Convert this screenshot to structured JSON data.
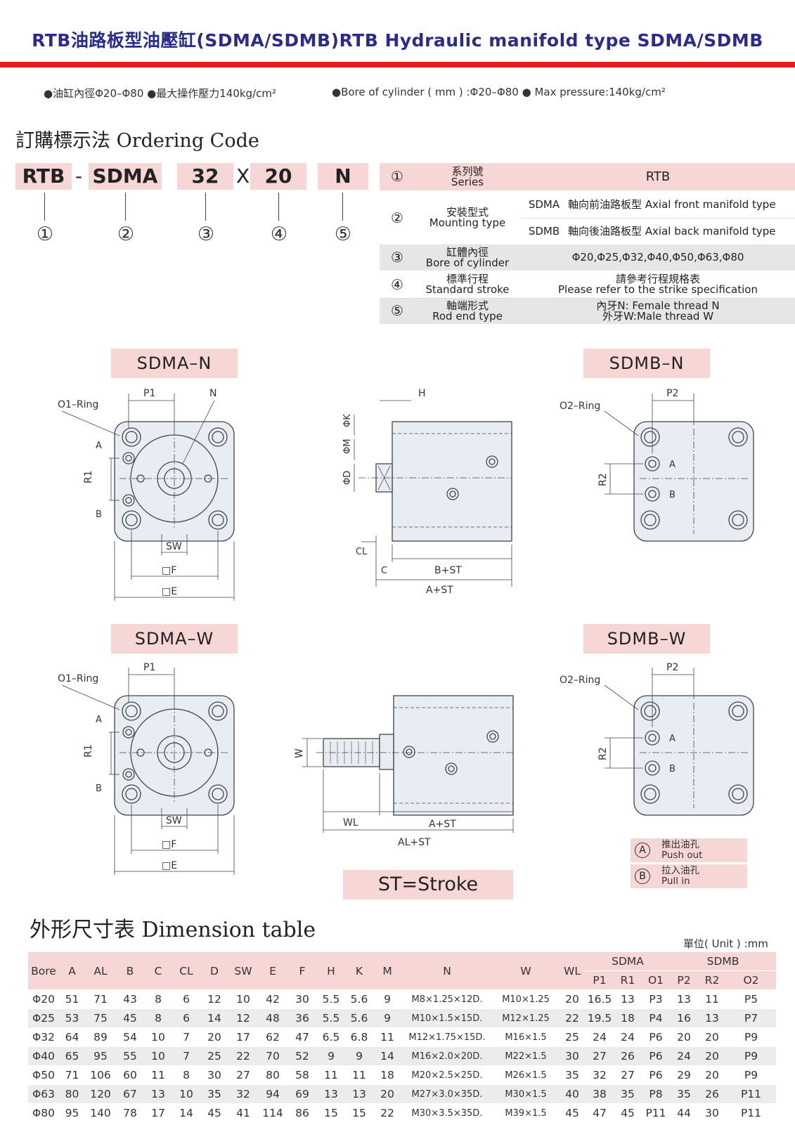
{
  "header": {
    "title": "RTB油路板型油壓缸(SDMA/SDMB)RTB Hydraulic manifold type SDMA/SDMB",
    "spec_cn": "●油缸內徑Φ20–Φ80 ●最大操作壓力140kg/cm²",
    "spec_en": "●Bore of cylinder ( mm ) :Φ20–Φ80 ● Max pressure:140kg/cm²"
  },
  "ordering": {
    "heading": "訂購標示法 Ordering Code",
    "codes": [
      "RTB",
      "SDMA",
      "32",
      "20",
      "N"
    ],
    "sep_dash": "-",
    "sep_x": "X",
    "nums": [
      "①",
      "②",
      "③",
      "④",
      "⑤"
    ],
    "table": {
      "r1": {
        "num": "①",
        "label_cn": "系列號",
        "label_en": "Series",
        "value": "RTB"
      },
      "r2": {
        "num": "②",
        "label_cn": "安裝型式",
        "label_en": "Mounting type",
        "opt1_code": "SDMA",
        "opt1_desc": "軸向前油路板型 Axial front manifold type",
        "opt2_code": "SDMB",
        "opt2_desc": "軸向後油路板型 Axial back manifold type"
      },
      "r3": {
        "num": "③",
        "label_cn": "缸體內徑",
        "label_en": "Bore of cylinder",
        "value": "Φ20,Φ25,Φ32,Φ40,Φ50,Φ63,Φ80"
      },
      "r4": {
        "num": "④",
        "label_cn": "標準行程",
        "label_en": "Standard stroke",
        "value_cn": "請參考行程規格表",
        "value_en": "Please refer to the strike specification"
      },
      "r5": {
        "num": "⑤",
        "label_cn": "軸端形式",
        "label_en": "Rod end type",
        "value_1": "內牙N: Female thread N",
        "value_2": "外牙W:Male thread W"
      }
    }
  },
  "drawings": {
    "sdma_n": "SDMA–N",
    "sdmb_n": "SDMB–N",
    "sdma_w": "SDMA–W",
    "sdmb_w": "SDMB–W",
    "st": "ST=Stroke",
    "labels": {
      "p1": "P1",
      "n": "N",
      "o1": "O1–Ring",
      "a": "A",
      "b": "B",
      "r1": "R1",
      "sw": "SW",
      "f": "□F",
      "e": "□E",
      "h": "H",
      "phik": "ΦK",
      "phim": "ΦM",
      "phid": "ΦD",
      "cl": "CL",
      "c": "C",
      "bst": "B+ST",
      "ast": "A+ST",
      "p2": "P2",
      "o2": "O2–Ring",
      "r2": "R2",
      "w": "W",
      "wl": "WL",
      "alst": "AL+ST"
    },
    "legend": {
      "a_letter": "A",
      "a_cn": "推出油孔",
      "a_en": "Push out",
      "b_letter": "B",
      "b_cn": "拉入油孔",
      "b_en": "Pull in"
    }
  },
  "dimension": {
    "heading": "外形尺寸表 Dimension table",
    "unit": "單位( Unit ) :mm",
    "group_sdma": "SDMA",
    "group_sdmb": "SDMB",
    "headers": [
      "Bore",
      "A",
      "AL",
      "B",
      "C",
      "CL",
      "D",
      "SW",
      "E",
      "F",
      "H",
      "K",
      "M",
      "N",
      "W",
      "WL"
    ],
    "sub_sdma": [
      "P1",
      "R1",
      "O1"
    ],
    "sub_sdmb": [
      "P2",
      "R2",
      "O2"
    ],
    "rows": [
      [
        "Φ20",
        "51",
        "71",
        "43",
        "8",
        "6",
        "12",
        "10",
        "42",
        "30",
        "5.5",
        "5.6",
        "9",
        "M8×1.25×12D.",
        "M10×1.25",
        "20",
        "16.5",
        "13",
        "P3",
        "13",
        "11",
        "P5"
      ],
      [
        "Φ25",
        "53",
        "75",
        "45",
        "8",
        "6",
        "14",
        "12",
        "48",
        "36",
        "5.5",
        "5.6",
        "9",
        "M10×1.5×15D.",
        "M12×1.25",
        "22",
        "19.5",
        "18",
        "P4",
        "16",
        "13",
        "P7"
      ],
      [
        "Φ32",
        "64",
        "89",
        "54",
        "10",
        "7",
        "20",
        "17",
        "62",
        "47",
        "6.5",
        "6.8",
        "11",
        "M12×1.75×15D.",
        "M16×1.5",
        "25",
        "24",
        "24",
        "P6",
        "20",
        "20",
        "P9"
      ],
      [
        "Φ40",
        "65",
        "95",
        "55",
        "10",
        "7",
        "25",
        "22",
        "70",
        "52",
        "9",
        "9",
        "14",
        "M16×2.0×20D.",
        "M22×1.5",
        "30",
        "27",
        "26",
        "P6",
        "24",
        "20",
        "P9"
      ],
      [
        "Φ50",
        "71",
        "106",
        "60",
        "11",
        "8",
        "30",
        "27",
        "80",
        "58",
        "11",
        "11",
        "18",
        "M20×2.5×25D.",
        "M26×1.5",
        "35",
        "32",
        "27",
        "P6",
        "29",
        "20",
        "P9"
      ],
      [
        "Φ63",
        "80",
        "120",
        "67",
        "13",
        "10",
        "35",
        "32",
        "94",
        "69",
        "13",
        "13",
        "20",
        "M27×3.0×35D.",
        "M30×1.5",
        "40",
        "38",
        "35",
        "P8",
        "35",
        "26",
        "P11"
      ],
      [
        "Φ80",
        "95",
        "140",
        "78",
        "17",
        "14",
        "45",
        "41",
        "114",
        "86",
        "15",
        "15",
        "22",
        "M30×3.5×35D.",
        "M39×1.5",
        "45",
        "47",
        "45",
        "P11",
        "44",
        "30",
        "P11"
      ]
    ]
  }
}
